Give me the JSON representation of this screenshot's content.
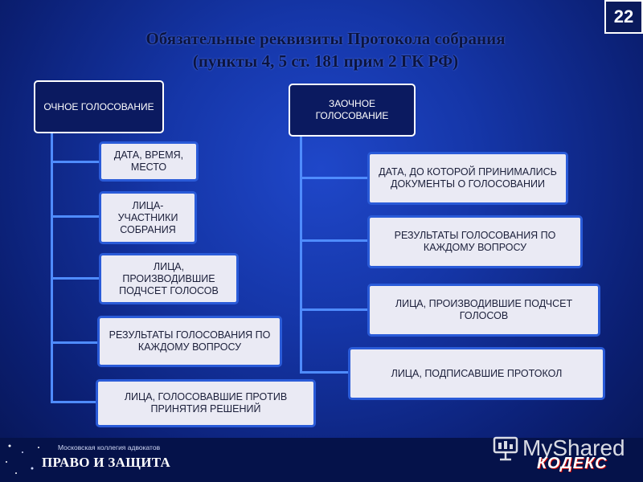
{
  "slide_number": "22",
  "title": {
    "line1": "Обязательные реквизиты Протокола собрания",
    "line2": "(пункты 4, 5 ст. 181 прим 2 ГК РФ)"
  },
  "left_column": {
    "header": "ОЧНОЕ ГОЛОСОВАНИЕ",
    "items": [
      "ДАТА, ВРЕМЯ, МЕСТО",
      "ЛИЦА- УЧАСТНИКИ СОБРАНИЯ",
      "ЛИЦА, ПРОИЗВОДИВШИЕ ПОДЧСЕТ ГОЛОСОВ",
      "РЕЗУЛЬТАТЫ ГОЛОСОВАНИЯ ПО КАЖДОМУ ВОПРОСУ",
      "ЛИЦА, ГОЛОСОВАВШИЕ ПРОТИВ ПРИНЯТИЯ РЕШЕНИЙ"
    ]
  },
  "right_column": {
    "header": "ЗАОЧНОЕ ГОЛОСОВАНИЕ",
    "items": [
      "ДАТА, ДО КОТОРОЙ ПРИНИМАЛИСЬ ДОКУМЕНТЫ О ГОЛОСОВАНИИ",
      "РЕЗУЛЬТАТЫ ГОЛОСОВАНИЯ ПО КАЖДОМУ ВОПРОСУ",
      "ЛИЦА, ПРОИЗВОДИВШИЕ ПОДЧСЕТ ГОЛОСОВ",
      "ЛИЦА, ПОДПИСАВШИЕ ПРОТОКОЛ"
    ]
  },
  "footer": {
    "org_name": "Московская коллегия адвокатов",
    "brand": "ПРАВО И ЗАЩИТА",
    "watermark": "MyShared",
    "partner_logo": "КОДЕКС"
  },
  "colors": {
    "background": "#1536a8",
    "box_fill": "#eaeaf4",
    "box_border": "#2a5bd8",
    "connector": "#4f8cff",
    "header_fill": "#0b1a60"
  }
}
